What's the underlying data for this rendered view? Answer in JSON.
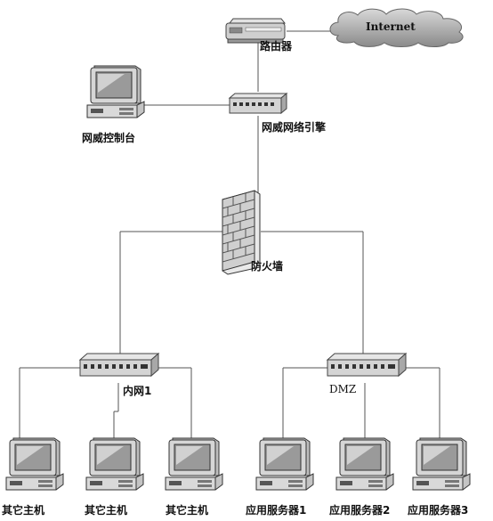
{
  "internet": {
    "label": "Internet"
  },
  "router": {
    "label": "路由器"
  },
  "engine": {
    "label": "网威网络引擎"
  },
  "console": {
    "label": "网威控制台"
  },
  "firewall": {
    "label": "防火墙"
  },
  "switches": {
    "intranet": "内网1",
    "dmz": "DMZ"
  },
  "hosts": [
    {
      "label": "其它主机"
    },
    {
      "label": "其它主机"
    },
    {
      "label": "其它主机"
    }
  ],
  "servers": [
    {
      "label": "应用服务器1"
    },
    {
      "label": "应用服务器2"
    },
    {
      "label": "应用服务器3"
    }
  ],
  "icons": {
    "internet": "cloud-icon",
    "router": "router-icon",
    "engine": "network-engine-icon",
    "console": "computer-icon",
    "firewall": "firewall-brick-wall-icon",
    "switch": "switch-hub-icon",
    "host": "computer-icon",
    "server": "computer-icon"
  }
}
